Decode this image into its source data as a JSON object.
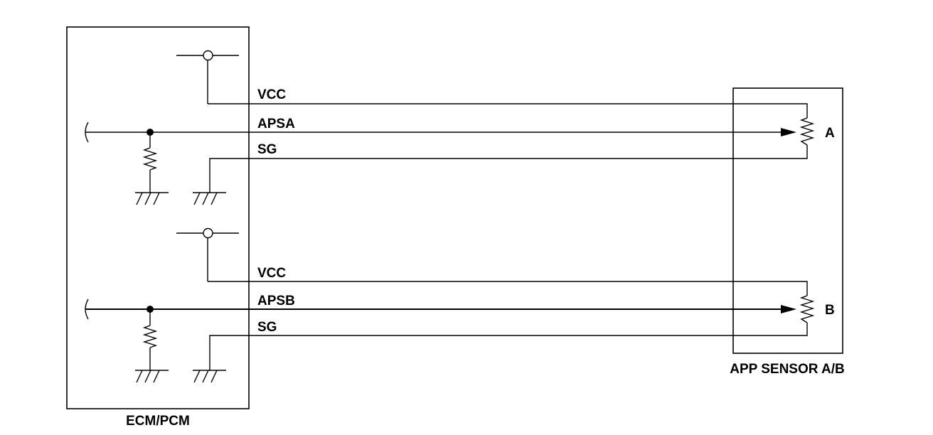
{
  "diagram": {
    "ecm_box": {
      "label": "ECM/PCM"
    },
    "sensor_box": {
      "label": "APP SENSOR A/B"
    },
    "circuits": [
      {
        "id": "a",
        "vcc_label": "VCC",
        "signal_label": "APSA",
        "ground_label": "SG",
        "sensor_label": "A"
      },
      {
        "id": "b",
        "vcc_label": "VCC",
        "signal_label": "APSB",
        "ground_label": "SG",
        "sensor_label": "B"
      }
    ]
  }
}
